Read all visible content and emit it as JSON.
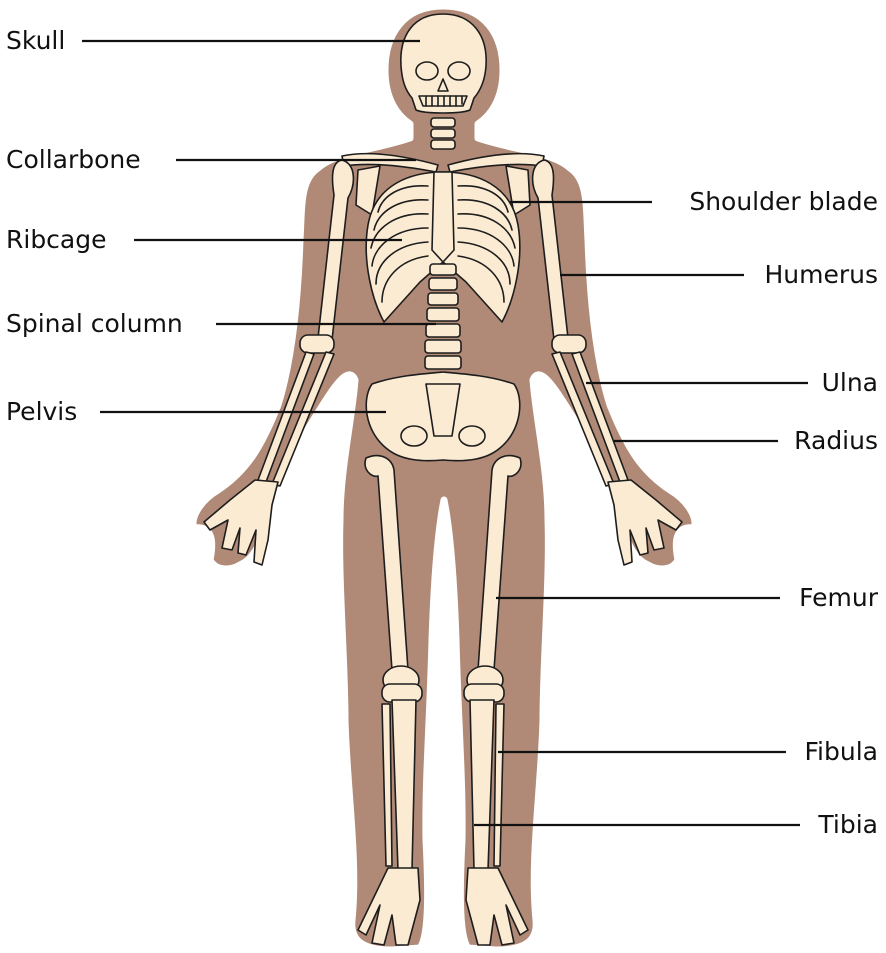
{
  "colors": {
    "silhouette": "#b08a77",
    "outline": "#ffffff",
    "bone": "#fbebd3",
    "bone_stroke": "#1d1d1d",
    "leader": "#111111",
    "text": "#111111"
  },
  "labels": {
    "skull": "Skull",
    "collarbone": "Collarbone",
    "ribcage": "Ribcage",
    "spinal_column": "Spinal column",
    "pelvis": "Pelvis",
    "shoulder_blade": "Shoulder blade",
    "humerus": "Humerus",
    "ulna": "Ulna",
    "radius": "Radius",
    "femur": "Femur",
    "fibula": "Fibula",
    "tibia": "Tibia"
  }
}
